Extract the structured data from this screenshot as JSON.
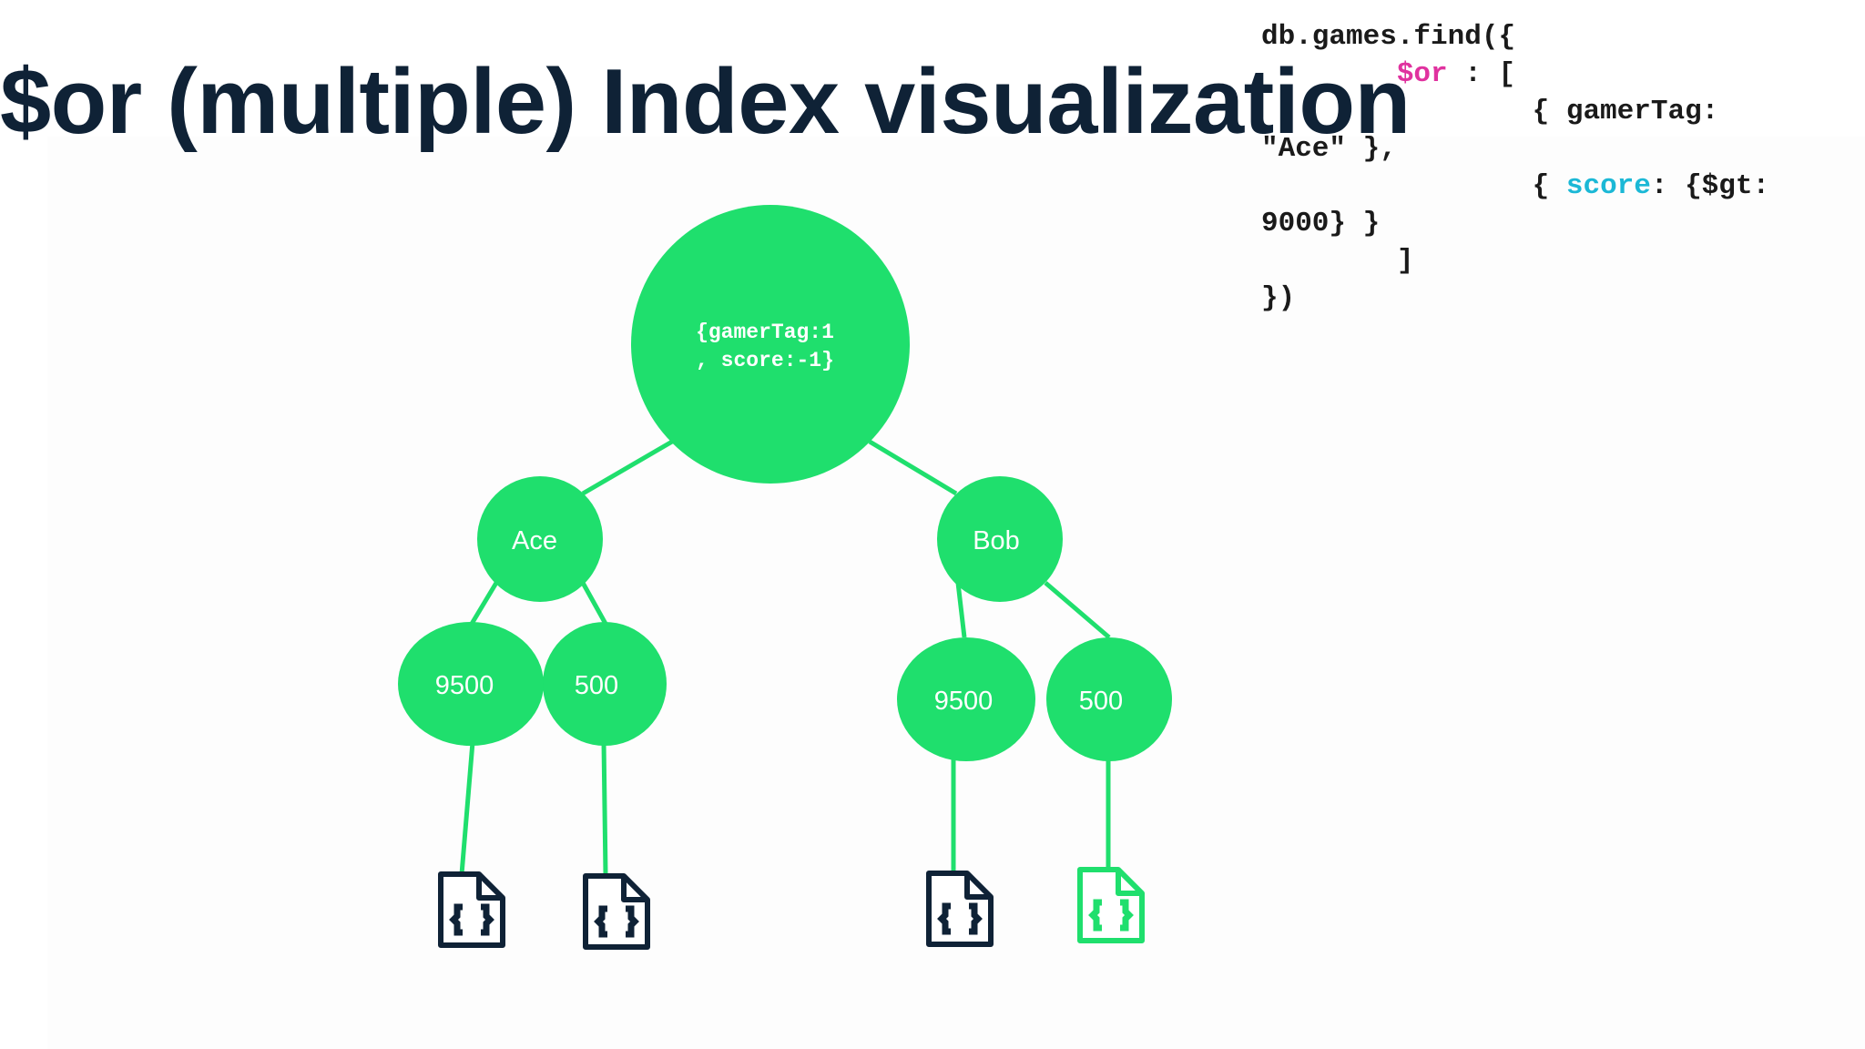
{
  "title": "$or (multiple) Index visualization",
  "query": {
    "line1": "db.games.find({",
    "line2_indent": "        ",
    "or_keyword": "$or",
    "line2_rest": " : [",
    "line3": "                { gamerTag:",
    "line4": "\"Ace\" },",
    "line5_indent": "                { ",
    "score_keyword": "score",
    "line5_rest": ": {$gt:",
    "line6": "9000} }",
    "line7": "        ]",
    "line8": "})"
  },
  "tree": {
    "root": {
      "line1": "{gamerTag:1",
      "line2": ", score:-1}"
    },
    "left": {
      "label": "Ace",
      "children": [
        "9500",
        "500"
      ]
    },
    "right": {
      "label": "Bob",
      "children": [
        "9500",
        "500"
      ]
    },
    "documents": [
      {
        "name": "document-icon",
        "highlighted": false
      },
      {
        "name": "document-icon",
        "highlighted": false
      },
      {
        "name": "document-icon",
        "highlighted": false
      },
      {
        "name": "document-icon",
        "highlighted": true
      }
    ]
  },
  "colors": {
    "node_green": "#1fdf6d",
    "title_navy": "#0f2236",
    "doc_dark": "#0f2236",
    "doc_highlight": "#1fdf6d",
    "or_magenta": "#e0329f",
    "score_cyan": "#1bb8d6"
  }
}
